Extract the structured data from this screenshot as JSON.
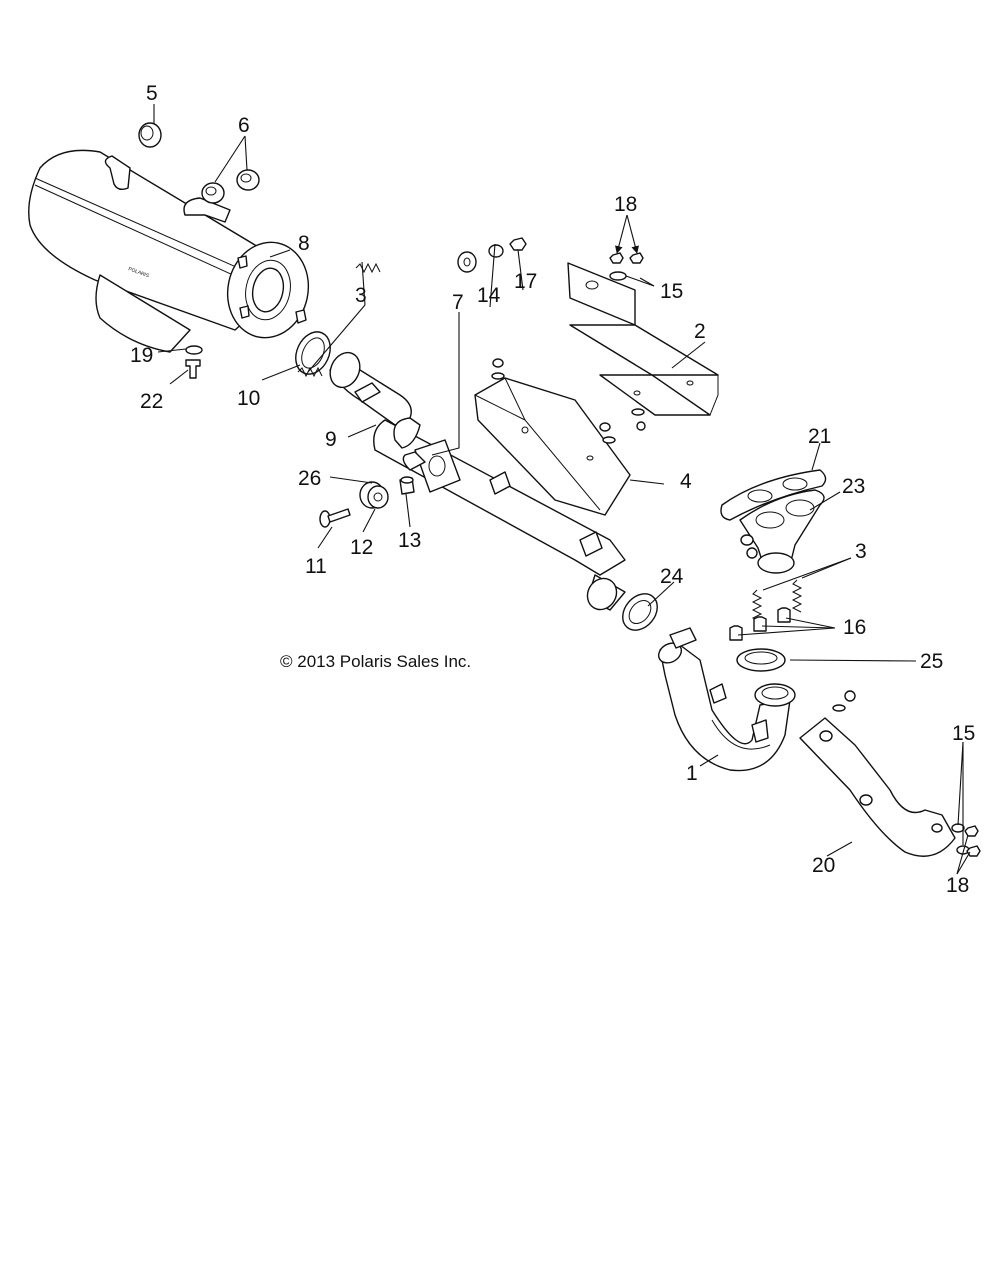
{
  "copyright": "© 2013 Polaris Sales Inc.",
  "muffler_stamp": "POLARIS",
  "callouts": {
    "c1": "1",
    "c2": "2",
    "c3a": "3",
    "c3b": "3",
    "c4": "4",
    "c5": "5",
    "c6": "6",
    "c7": "7",
    "c8": "8",
    "c9": "9",
    "c10": "10",
    "c11": "11",
    "c12": "12",
    "c13": "13",
    "c14": "14",
    "c15a": "15",
    "c15b": "15",
    "c16": "16",
    "c17": "17",
    "c18a": "18",
    "c18b": "18",
    "c19": "19",
    "c20": "20",
    "c21": "21",
    "c22": "22",
    "c23": "23",
    "c24": "24",
    "c25": "25",
    "c26": "26"
  }
}
